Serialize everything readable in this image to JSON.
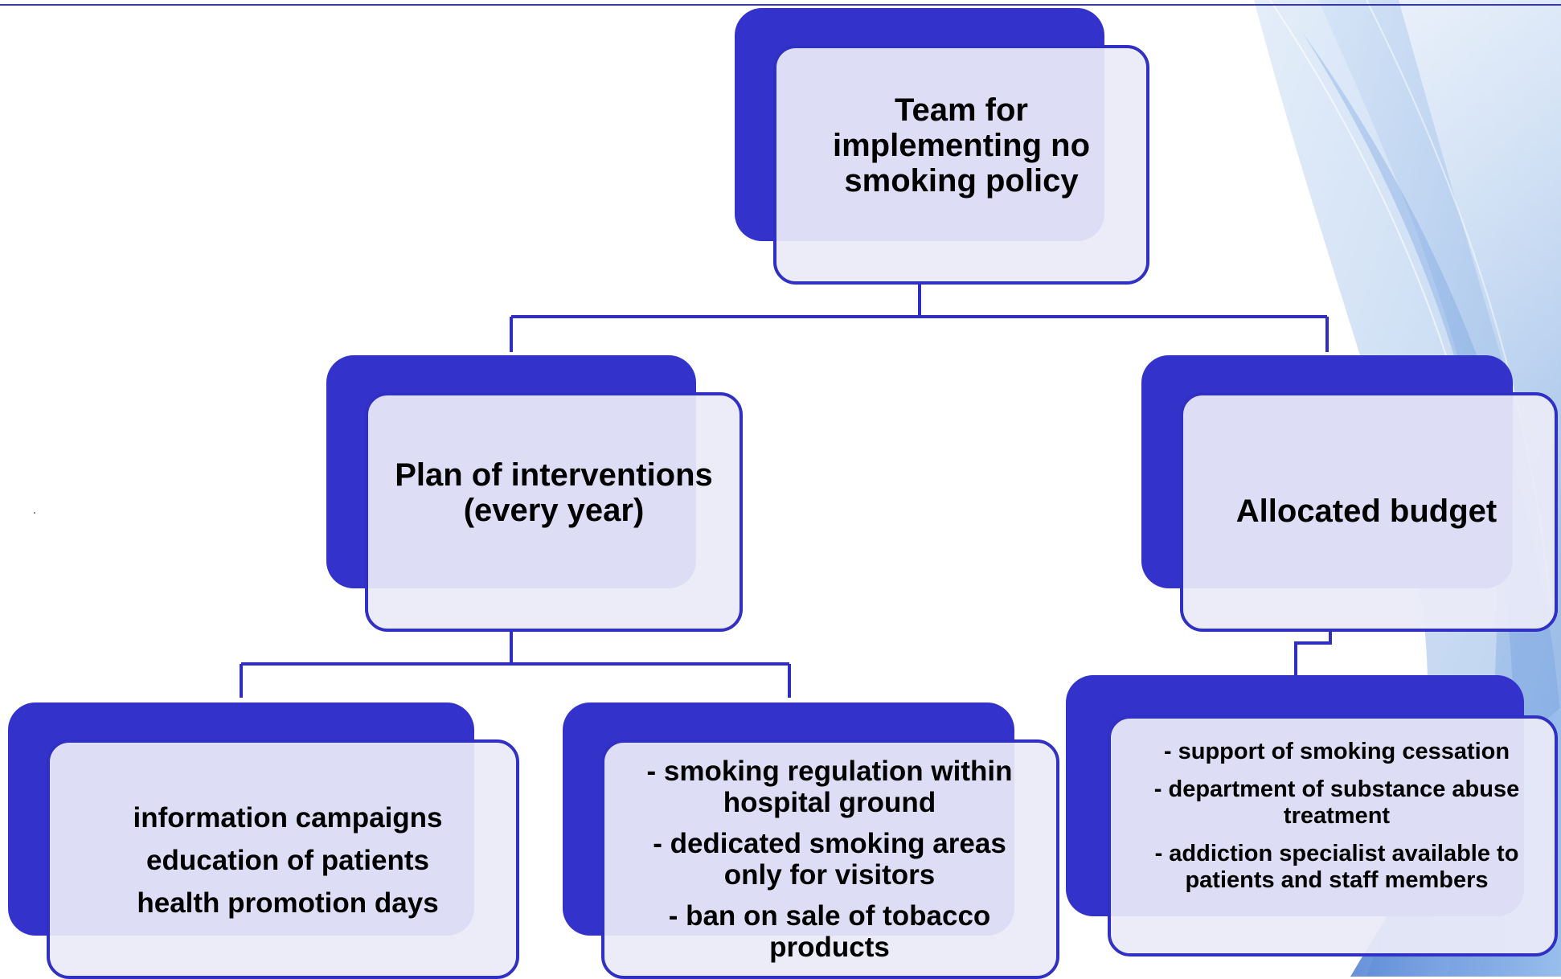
{
  "colors": {
    "accent": "#3333cc",
    "box_fill": "#ebebf8",
    "box_border": "#3030c4",
    "connector": "#2e2ec2",
    "decor_light": "#a9c8ec",
    "decor_mid": "#5b8fd9"
  },
  "org_chart": {
    "root": {
      "lines": [
        "Team for",
        "implementing no",
        "smoking policy"
      ]
    },
    "level2": {
      "plan": {
        "lines": [
          "Plan of interventions",
          "(every year)"
        ]
      },
      "budget": {
        "lines": [
          "Allocated budget"
        ]
      }
    },
    "level3": {
      "campaigns": {
        "lines": [
          "information campaigns",
          "education of patients",
          "health promotion days"
        ]
      },
      "regulation": {
        "lines": [
          "- smoking regulation within",
          "hospital ground",
          "- dedicated smoking areas",
          "only for visitors",
          "- ban on sale of tobacco",
          "products"
        ]
      },
      "support": {
        "lines": [
          "- support of smoking cessation",
          "- department of substance abuse",
          "treatment",
          "- addiction specialist available to",
          "patients and staff members"
        ]
      }
    }
  }
}
